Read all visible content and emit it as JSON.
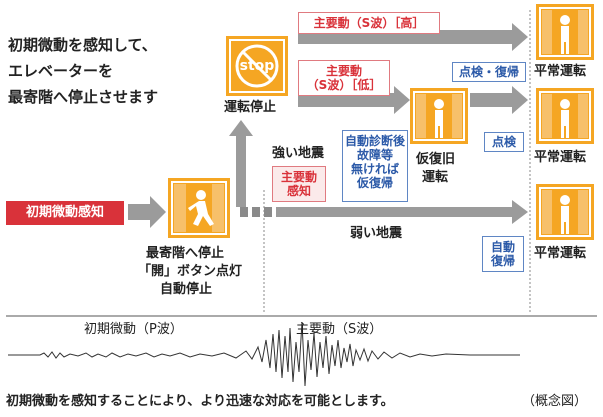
{
  "intro_text": [
    "初期微動を感知して、",
    "エレベーターを",
    "最寄階へ停止させます"
  ],
  "initial_detection_label": "初期微動感知",
  "nearest_floor_stop": [
    "最寄階へ停止",
    "「開」ボタン点灯",
    "自動停止"
  ],
  "strong_quake_label": "強い地震",
  "weak_quake_label": "弱い地震",
  "main_detect_box": [
    "主要動",
    "感知"
  ],
  "main_s_high_box": "主要動（S波）［高］",
  "main_s_low_box": [
    "主要動",
    "（S波）［低］"
  ],
  "operation_stop_label": "運転停止",
  "stop_sign_text": "stop",
  "self_diag_box": [
    "自動診断後",
    "故障等",
    "無ければ",
    "仮復帰"
  ],
  "temp_recovery_label": [
    "仮復旧",
    "運転"
  ],
  "inspect_recover_box": "点検・復帰",
  "inspect_box": "点検",
  "auto_recover_box": [
    "自動",
    "復帰"
  ],
  "normal_operation_label": "平常運転",
  "wave_p_label": "初期微動（P波）",
  "wave_s_label": "主要動（S波）",
  "footer_text": "初期微動を感知することにより、より迅速な対応を可能とします。",
  "concept_label": "（概念図）",
  "colors": {
    "orange": "#f5a623",
    "gray_arrow": "#9b9b9b",
    "red": "#d9323a",
    "blue": "#2c5aa8",
    "pink_fill": "#e9b8bb"
  }
}
